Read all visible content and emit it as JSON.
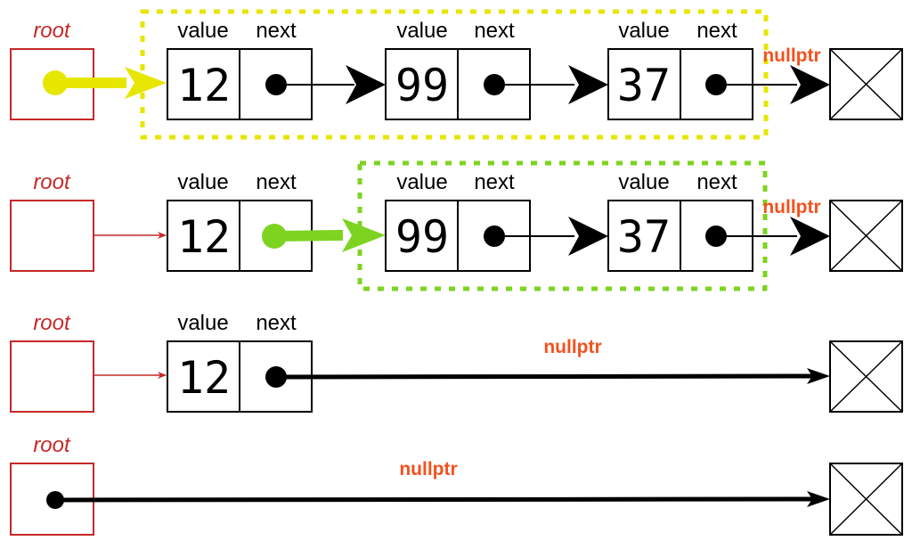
{
  "labels": {
    "root": "root",
    "value": "value",
    "next": "next",
    "nullptr": "nullptr"
  },
  "colors": {
    "root": "#c62828",
    "nullptr": "#f4511e",
    "highlight_yellow": "#e6e600",
    "highlight_green": "#7ed321",
    "pointer": "#000000"
  },
  "rows": [
    {
      "nodes": [
        "12",
        "99",
        "37"
      ],
      "highlight": "yellow",
      "root_points_to": "node-12"
    },
    {
      "nodes": [
        "12",
        "99",
        "37"
      ],
      "highlight": "green",
      "root_points_to": "node-12"
    },
    {
      "nodes": [
        "12"
      ],
      "highlight": "none",
      "root_points_to": "node-12"
    },
    {
      "nodes": [],
      "highlight": "none",
      "root_points_to": "nullptr"
    }
  ]
}
